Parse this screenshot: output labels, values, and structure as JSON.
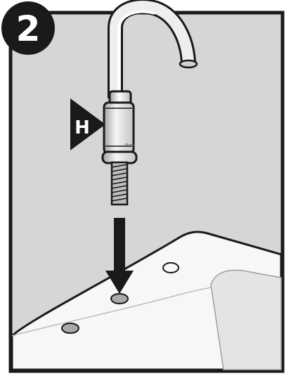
{
  "step": {
    "number": "2"
  },
  "callout": {
    "letter": "H"
  },
  "faucet_brand": "Moen",
  "colors": {
    "background_panel": "#d6d6d6",
    "frame": "#1a1a1a",
    "sink": "#f7f7f7",
    "sink_basin": "#e4e4e4",
    "hole": "#a9a9a9",
    "faucet_shade": "#e8e8e8",
    "callout": "#1a1a1a"
  }
}
